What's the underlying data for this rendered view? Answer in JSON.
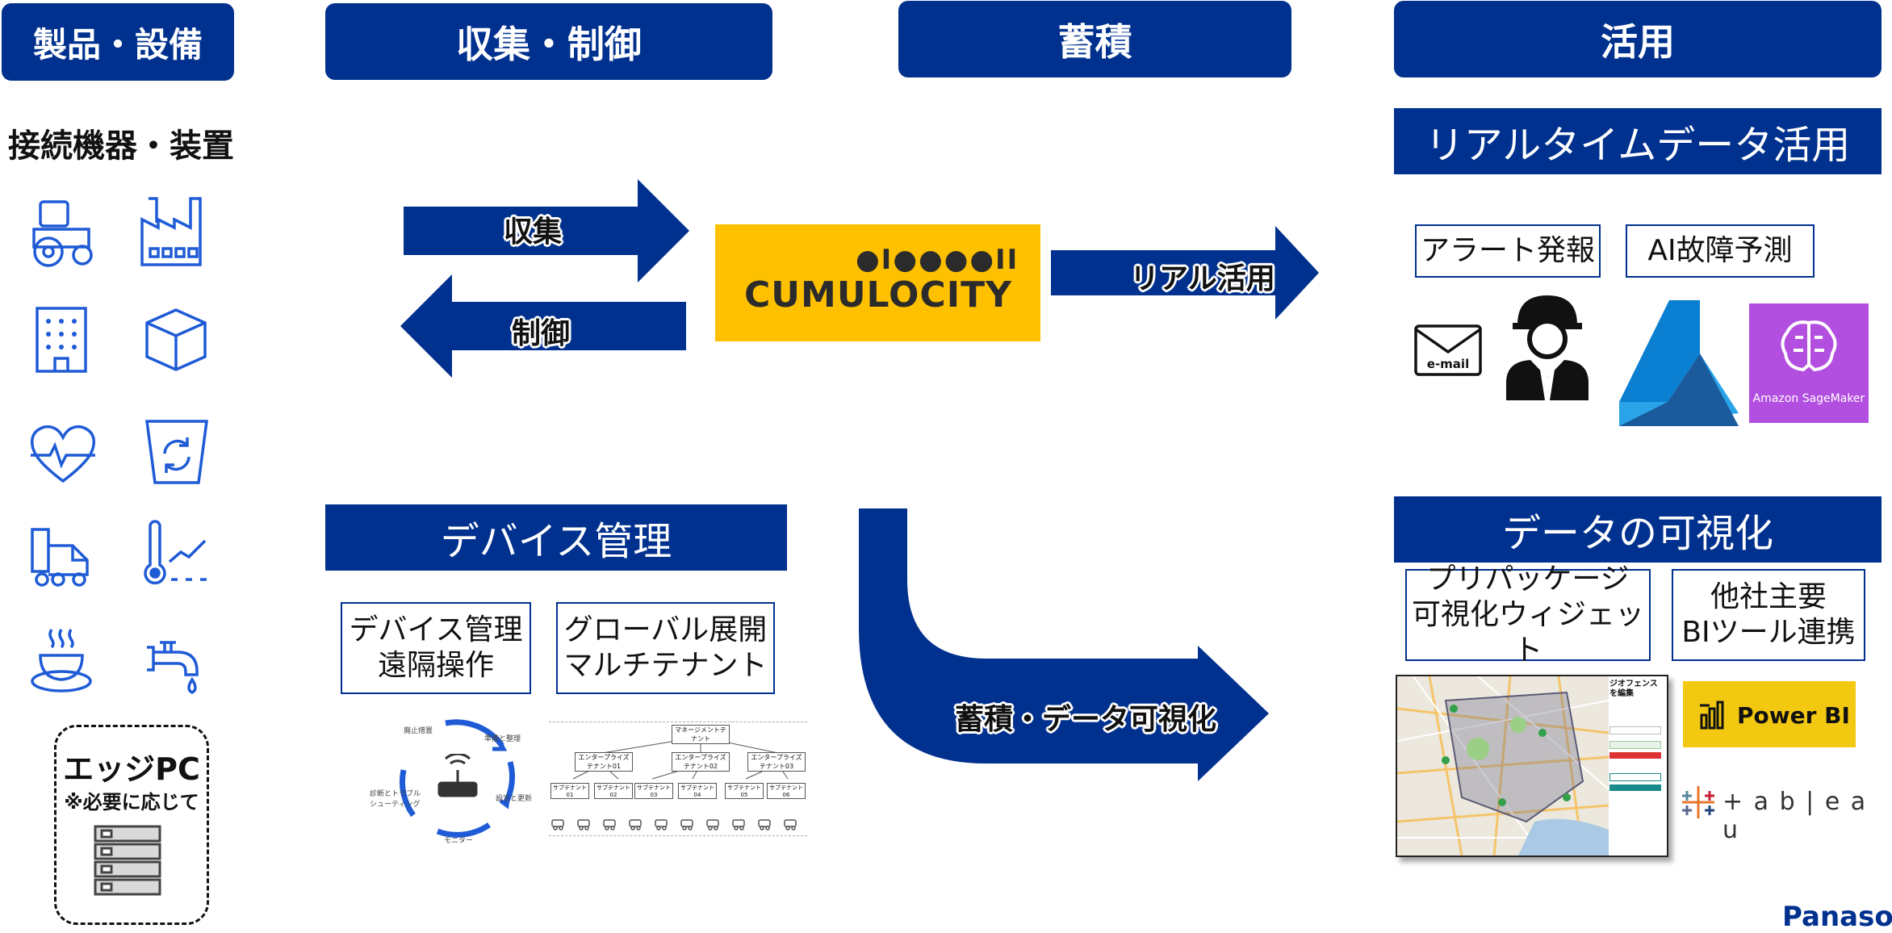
{
  "headers": {
    "products": "製品・設備",
    "collect_control": "収集・制御",
    "store": "蓄積",
    "utilize": "活用"
  },
  "left": {
    "connected_devices": "接続機器・装置",
    "edge_pc_title": "エッジPC",
    "edge_pc_note": "※必要に応じて"
  },
  "arrows": {
    "collect": "収集",
    "control": "制御",
    "realtime_use": "リアル活用",
    "store_visualize": "蓄積・データ可視化"
  },
  "platform": {
    "logo_dots": "●I●●●●II",
    "logo_text": "CUMULOCITY",
    "logo_bg": "#ffc000"
  },
  "device_mgmt": {
    "title": "デバイス管理",
    "box1": "デバイス管理\n遠隔操作",
    "box2": "グローバル展開\nマルチテナント",
    "cycle_labels": [
      "廃止措置",
      "準備と整理",
      "設定と更新",
      "モニター",
      "診断とトラブルシューティング"
    ],
    "tenant_root": "マネージメントテナント",
    "tenant_enterprise": [
      "エンタープライズテナント01",
      "エンタープライズテナント02",
      "エンタープライズテナント03"
    ],
    "tenant_sub": [
      "サブテナント01",
      "サブテナント02",
      "サブテナント03",
      "サブテナント04",
      "サブテナント05",
      "サブテナント06"
    ]
  },
  "realtime": {
    "title": "リアルタイムデータ活用",
    "alert": "アラート発報",
    "ai": "AI故障予測",
    "email_label": "e-mail",
    "sagemaker": "Amazon SageMaker"
  },
  "visualize": {
    "title": "データの可視化",
    "box1": "プリパッケージ\n可視化ウィジェット",
    "box2": "他社主要\nBIツール連携",
    "map_panel_title": "ジオフェンスを編集",
    "powerbi": "Power BI",
    "tableau": "+ a b | e a u"
  },
  "brand": "Panaso",
  "colors": {
    "navy": "#00318f",
    "icon_blue": "#1f5bd6",
    "yellow": "#ffc000",
    "sagemaker": "#b24ee0"
  }
}
